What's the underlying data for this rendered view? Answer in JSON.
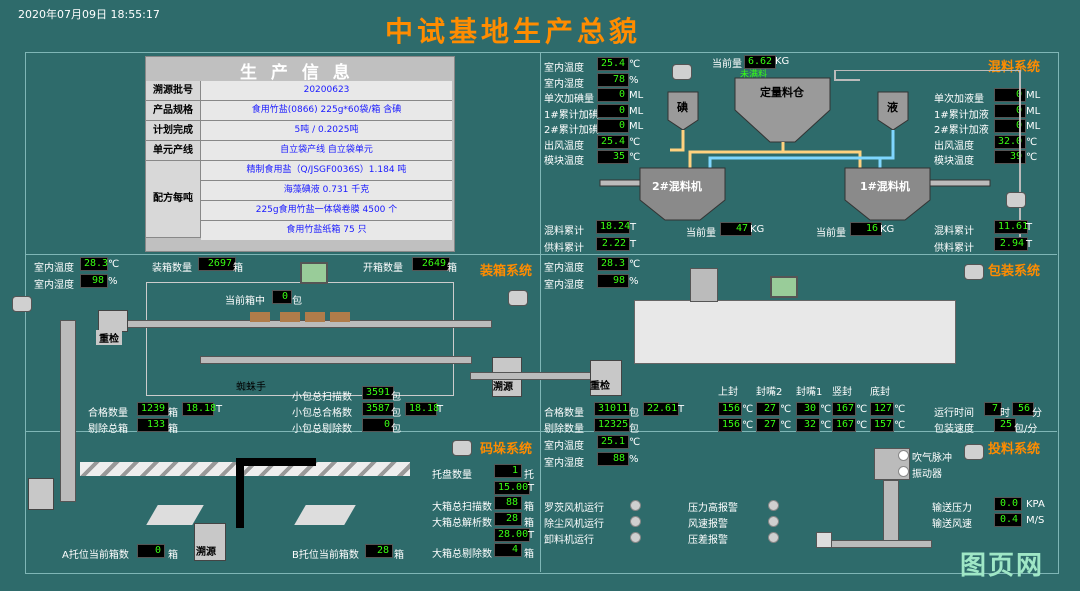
{
  "header": {
    "datetime": "2020年07月09日  18:55:17",
    "title": "中试基地生产总貌"
  },
  "info": {
    "title": "生 产 信 息",
    "rows": [
      {
        "k": "溯源批号",
        "v": "20200623"
      },
      {
        "k": "产品规格",
        "v": "食用竹盐(0866)  225g*60袋/箱 含碘"
      },
      {
        "k": "计划完成",
        "v": "5吨 / 0.2025吨"
      },
      {
        "k": "单元产线",
        "v": "自立袋产线   自立袋单元"
      }
    ],
    "recipe_label": "配方每吨",
    "recipe": [
      "精制食用盐（Q/JSGF0036S）1.184 吨",
      "海藻碘液 0.731 千克",
      "225g食用竹盐一体袋卷膜 4500 个",
      "食用竹盐纸箱 75 只"
    ]
  },
  "mix": {
    "section": "混料系统",
    "left": [
      {
        "label": "室内温度",
        "value": "25.4",
        "unit": "℃"
      },
      {
        "label": "室内湿度",
        "value": "78",
        "unit": "%"
      },
      {
        "label": "单次加碘量",
        "value": "0",
        "unit": "ML"
      },
      {
        "label": "1#累计加碘",
        "value": "0",
        "unit": "ML"
      },
      {
        "label": "2#累计加碘",
        "value": "0",
        "unit": "ML"
      },
      {
        "label": "出风温度",
        "value": "25.4",
        "unit": "℃"
      },
      {
        "label": "模块温度",
        "value": "35",
        "unit": "℃"
      }
    ],
    "right": [
      {
        "label": "单次加液量",
        "value": "0",
        "unit": "ML"
      },
      {
        "label": "1#累计加液",
        "value": "0",
        "unit": "ML"
      },
      {
        "label": "2#累计加液",
        "value": "0",
        "unit": "ML"
      },
      {
        "label": "出风温度",
        "value": "32.0",
        "unit": "℃"
      },
      {
        "label": "模块温度",
        "value": "39",
        "unit": "℃"
      }
    ],
    "current_label": "当前量",
    "current_value": "6.62",
    "current_unit": "KG",
    "not_full": "未满料",
    "silo": "定量料仓",
    "iodine": "碘",
    "liquid": "液",
    "mixer2": "2#混料机",
    "mixer1": "1#混料机",
    "bottom_left": [
      {
        "label": "混料累计",
        "value": "18.24",
        "unit": "T"
      },
      {
        "label": "供料累计",
        "value": "2.22",
        "unit": "T"
      }
    ],
    "bottom_right": [
      {
        "label": "混料累计",
        "value": "11.61",
        "unit": "T"
      },
      {
        "label": "供料累计",
        "value": "2.94",
        "unit": "T"
      }
    ],
    "m2_label": "当前量",
    "m2_value": "47",
    "m2_unit": "KG",
    "m1_label": "当前量",
    "m1_value": "16",
    "m1_unit": "KG"
  },
  "boxing": {
    "section": "装箱系统",
    "temp_label": "室内温度",
    "temp": "28.3",
    "temp_unit": "℃",
    "hum_label": "室内湿度",
    "hum": "98",
    "hum_unit": "%",
    "count_label": "装箱数量",
    "count": "2697",
    "count_unit": "箱",
    "open_label": "开箱数量",
    "open": "2649",
    "open_unit": "箱",
    "current_label": "当前箱中",
    "current": "0",
    "current_unit": "包",
    "check": "重检",
    "spider": "蜘蛛手",
    "scan_label": "小包总扫描数",
    "scan": "3591",
    "scan_unit": "包",
    "ok_label": "小包总合格数",
    "ok": "3587",
    "ok_unit": "包",
    "ok_t": "18.18",
    "ok_t_unit": "T",
    "rej_label": "小包总剔除数",
    "rej": "0",
    "rej_unit": "包",
    "pass_label": "合格数量",
    "pass": "1239",
    "pass_unit": "箱",
    "pass_t": "18.18",
    "pass_t_unit": "T",
    "rem_label": "剔除总箱",
    "rem": "133",
    "rem_unit": "箱",
    "trace": "溯源"
  },
  "pack": {
    "section": "包装系统",
    "temp_label": "室内温度",
    "temp": "28.3",
    "temp_unit": "℃",
    "hum_label": "室内湿度",
    "hum": "98",
    "hum_unit": "%",
    "check": "重检",
    "headers": [
      "上封",
      "封嘴2",
      "封嘴1",
      "竖封",
      "底封"
    ],
    "row1": [
      "156",
      "27",
      "30",
      "167",
      "127"
    ],
    "row2": [
      "156",
      "27",
      "32",
      "167",
      "157"
    ],
    "unit": "℃",
    "pass_label": "合格数量",
    "pass": "31011",
    "pass_unit": "包",
    "pass_t": "22.61",
    "pass_t_unit": "T",
    "rej_label": "剔除数量",
    "rej": "12325",
    "rej_unit": "包",
    "run_label": "运行时间",
    "run_h": "7",
    "run_h_unit": "时",
    "run_m": "56",
    "run_m_unit": "分",
    "speed_label": "包装速度",
    "speed": "25",
    "speed_unit": "包/分"
  },
  "palletize": {
    "section": "码垛系统",
    "tray_label": "托盘数量",
    "tray": "1",
    "tray_unit": "托",
    "tray_t": "15.00",
    "tray_t_unit": "T",
    "scan_label": "大箱总扫描数",
    "scan": "88",
    "scan_unit": "箱",
    "parse_label": "大箱总解析数",
    "parse": "28",
    "parse_unit": "箱",
    "parse_t": "28.00",
    "parse_t_unit": "T",
    "rej_label": "大箱总剔除数",
    "rej": "4",
    "rej_unit": "箱",
    "a_label": "A托位当前箱数",
    "a": "0",
    "a_unit": "箱",
    "b_label": "B托位当前箱数",
    "b": "28",
    "b_unit": "箱",
    "trace": "溯源"
  },
  "feed": {
    "section": "投料系统",
    "temp_label": "室内温度",
    "temp": "25.1",
    "temp_unit": "℃",
    "hum_label": "室内湿度",
    "hum": "88",
    "hum_unit": "%",
    "pulse": "吹气脉冲",
    "vib": "振动器",
    "press_label": "输送压力",
    "press": "0.0",
    "press_unit": "KPA",
    "wind_label": "输送风速",
    "wind": "0.4",
    "wind_unit": "M/S",
    "status_left": [
      "罗茨风机运行",
      "除尘风机运行",
      "卸料机运行"
    ],
    "status_right": [
      "压力高报警",
      "风速报警",
      "压差报警"
    ]
  },
  "watermark": "图页网"
}
